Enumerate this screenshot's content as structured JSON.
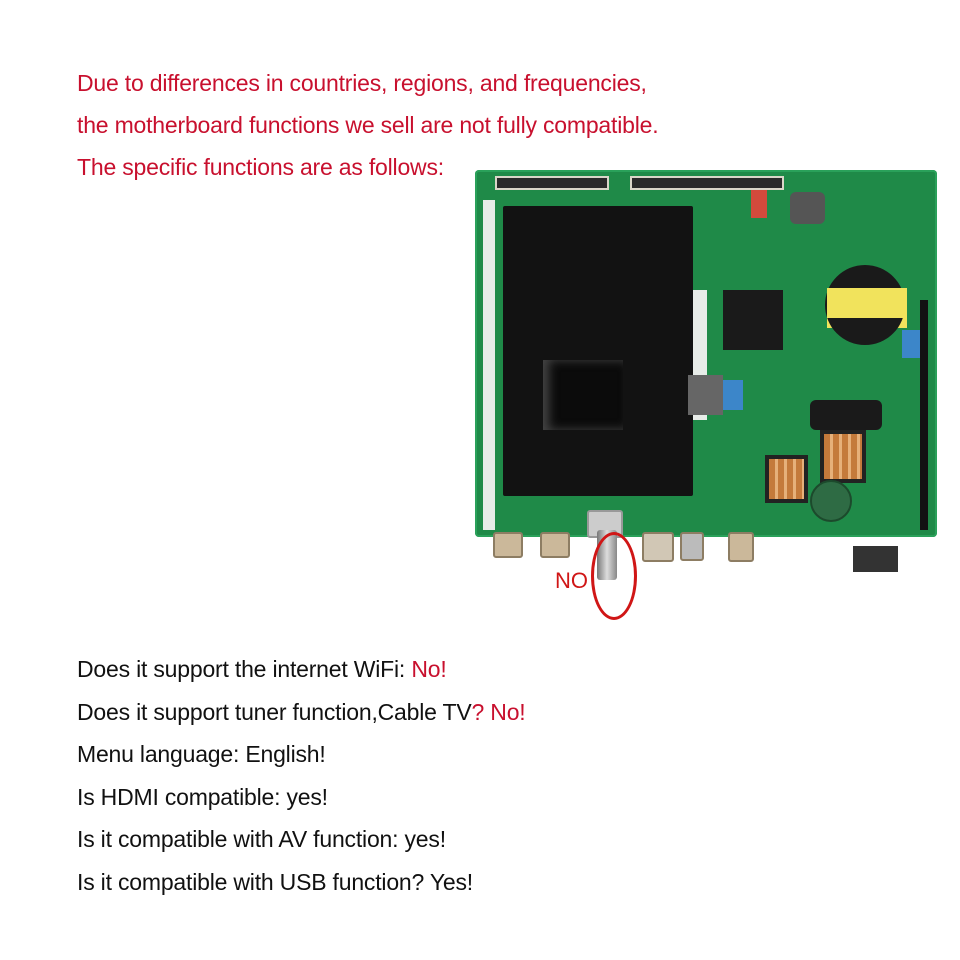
{
  "notice": {
    "lines": [
      "Due to differences in countries, regions, and frequencies,",
      "the motherboard functions we sell are not fully compatible.",
      "The specific functions are as follows:"
    ],
    "color": "#c8102e"
  },
  "image": {
    "description": "TV main board (motherboard) photo",
    "callout_label": "NO",
    "callout_target": "coaxial tuner connector",
    "callout_color": "#d01616"
  },
  "faq": [
    {
      "question": "Does it support the internet WiFi: ",
      "answer": "No!",
      "answer_color": "#c8102e"
    },
    {
      "question": "Does it support tuner function,Cable TV",
      "answer": "? No!",
      "answer_color": "#c8102e"
    },
    {
      "question": "Menu language: English!",
      "answer": ""
    },
    {
      "question": "Is HDMI compatible: yes!",
      "answer": ""
    },
    {
      "question": "Is it compatible with AV function: yes!",
      "answer": ""
    },
    {
      "question": "Is it compatible with USB function? Yes!",
      "answer": ""
    }
  ]
}
